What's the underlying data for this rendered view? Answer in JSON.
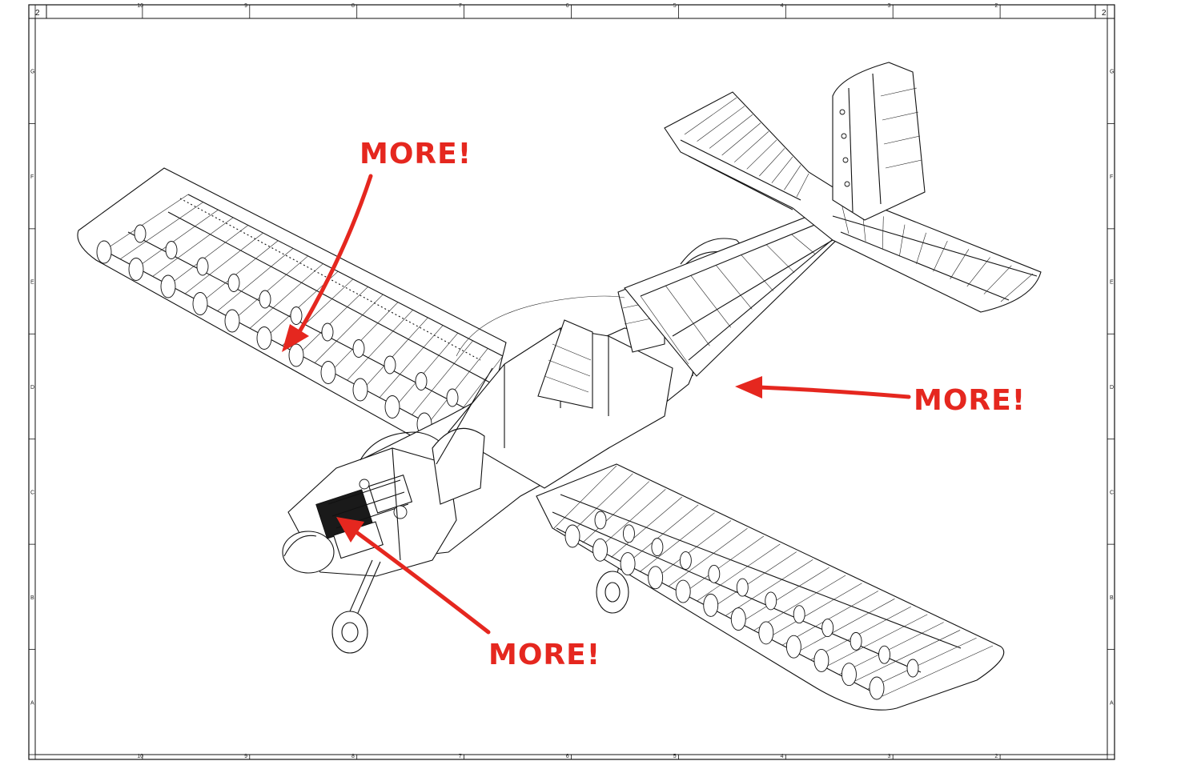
{
  "drawing": {
    "sheet_number_left": "2",
    "sheet_number_right": "2",
    "zone_columns": [
      "10",
      "9",
      "8",
      "7",
      "6",
      "5",
      "4",
      "3",
      "2"
    ],
    "zone_rows": [
      "G",
      "F",
      "E",
      "D",
      "C",
      "B",
      "A"
    ]
  },
  "callouts": [
    {
      "id": "wing",
      "text": "MORE!"
    },
    {
      "id": "fuselage",
      "text": "MORE!"
    },
    {
      "id": "engine",
      "text": "MORE!"
    }
  ],
  "colors": {
    "callout_red": "#e5271f",
    "line_ink": "#111111",
    "paper": "#ffffff"
  }
}
